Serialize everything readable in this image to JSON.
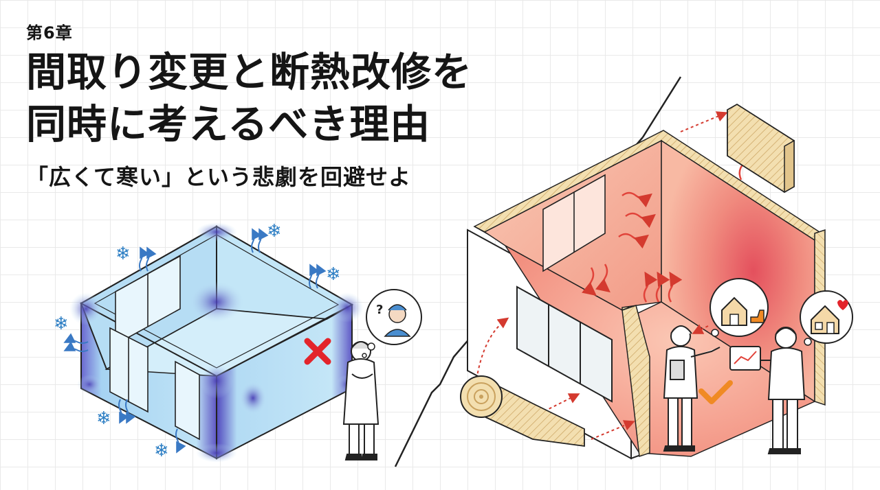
{
  "header": {
    "chapter": "第6章",
    "title_line1": "間取り変更と断熱改修を",
    "title_line2": "同時に考えるべき理由",
    "subtitle": "「広くて寒い」という悲劇を回避せよ"
  },
  "icons": {
    "cold_person_thought": "cold-person-icon",
    "warm_house_thought": "house-thumbs-up-icon",
    "house_heart": "house-heart-icon",
    "bad_mark": "red-x-icon",
    "good_mark": "orange-check-icon"
  },
  "colors": {
    "cold_main": "#bfe3f6",
    "cold_dark": "#4a3fb5",
    "warm_main": "#f7a48f",
    "warm_dark": "#e2505a",
    "insulation": "#f3dfb0",
    "accent_red": "#e3242b",
    "accent_orange": "#f08a24"
  }
}
